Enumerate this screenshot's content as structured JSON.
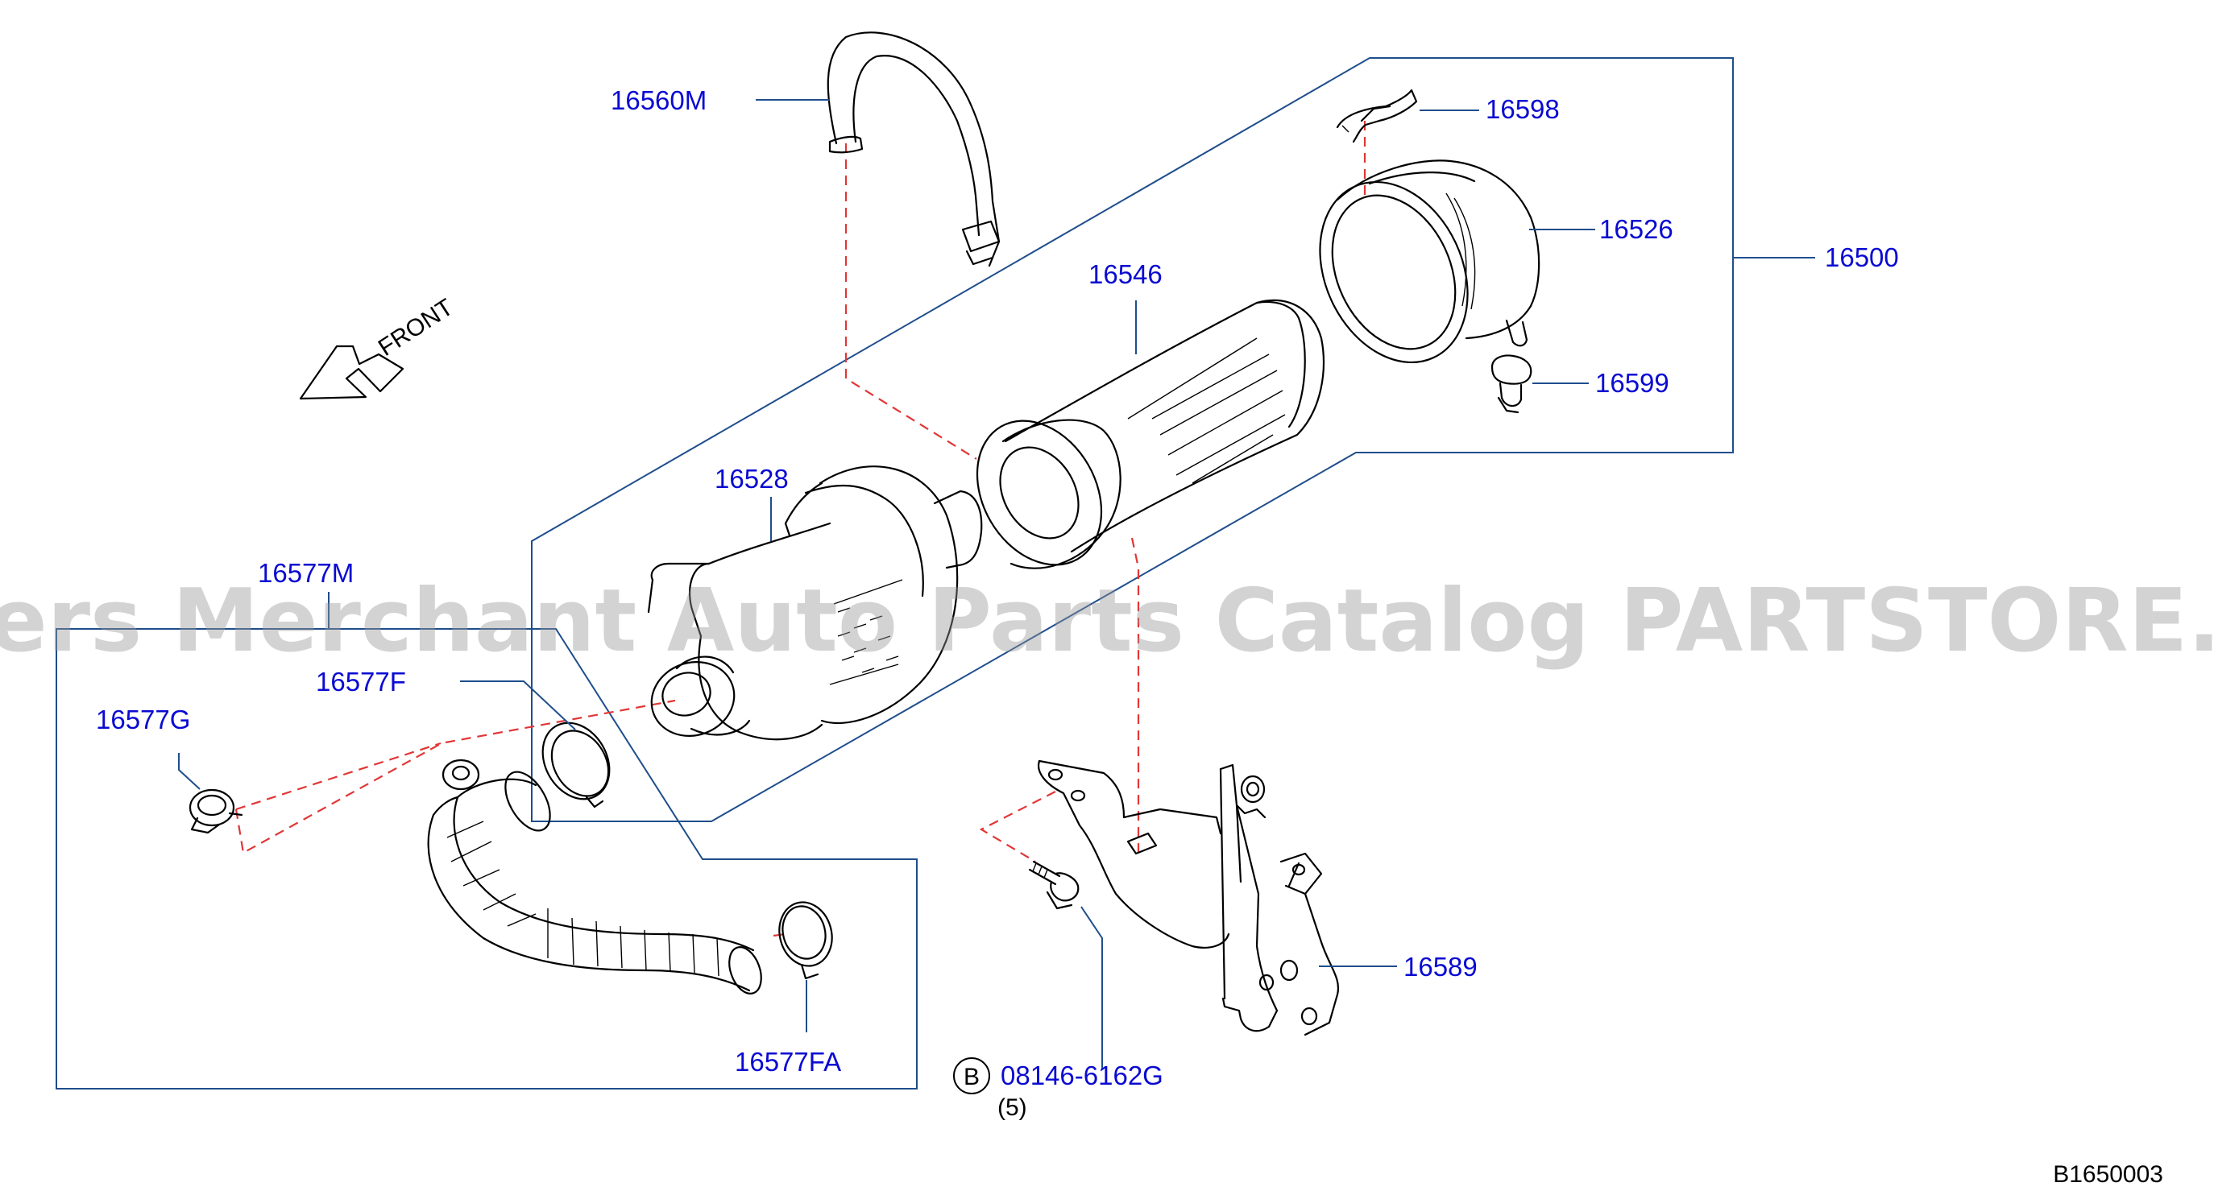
{
  "watermark": "Offers Merchant Auto Parts Catalog PARTSTORE.SA",
  "direction": "FRONT",
  "diagram_code": "B1650003",
  "bolt": {
    "badge": "B",
    "part_number": "08146-6162G",
    "quantity": "(5)"
  },
  "labels": {
    "strap": "16560M",
    "clip_top": "16598",
    "cover_rear": "16526",
    "assembly": "16500",
    "element": "16546",
    "grommet": "16599",
    "housing": "16528",
    "duct_set": "16577M",
    "clamp_front": "16577F",
    "clamp_small": "16577G",
    "bracket": "16589",
    "clamp_rear": "16577FA"
  }
}
